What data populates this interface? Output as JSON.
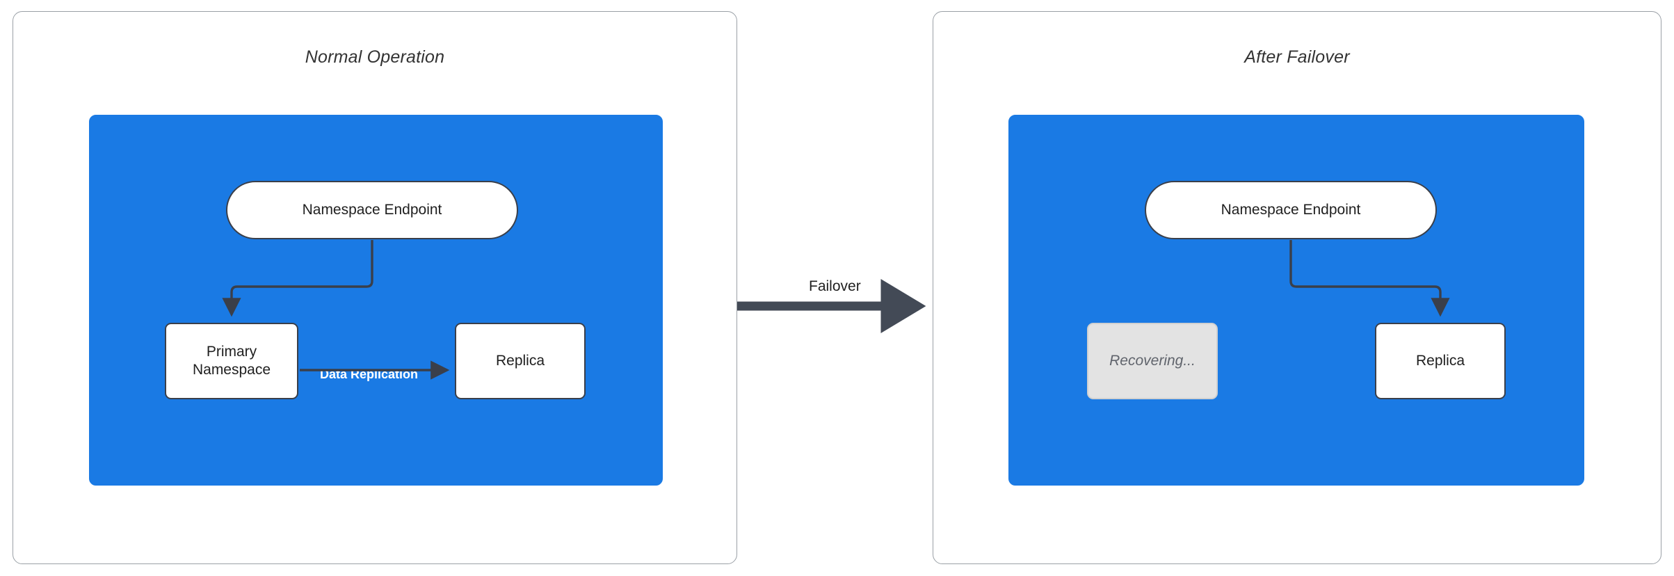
{
  "diagram": {
    "type": "flowchart",
    "title_left": "Normal Operation",
    "title_right": "After Failover",
    "colors": {
      "container_blue": "#1a7ae4",
      "node_stroke": "#3a3f4a",
      "node_fill": "#ffffff",
      "dimmed_fill": "#e3e3e3",
      "dimmed_text": "#60646c",
      "panel_border": "#9aa0a6",
      "edge_stroke": "#3a3f4a",
      "edge_label_white": "#ffffff"
    }
  },
  "panels": [
    {
      "id": "normal-operation",
      "title": "Normal Operation",
      "nodes": [
        {
          "id": "endpoint",
          "label": "Namespace Endpoint",
          "shape": "stadium",
          "state": "active"
        },
        {
          "id": "primary",
          "label": "Primary\nNamespace",
          "shape": "rect",
          "state": "active",
          "line1": "Primary",
          "line2": "Namespace"
        },
        {
          "id": "replica",
          "label": "Replica",
          "shape": "rect",
          "state": "active"
        }
      ],
      "edges": [
        {
          "from": "endpoint",
          "to": "primary",
          "label": "",
          "style": "elbow-arrow"
        },
        {
          "from": "primary",
          "to": "replica",
          "label": "Data Replication",
          "style": "straight-arrow"
        }
      ]
    },
    {
      "id": "after-failover",
      "title": "After Failover",
      "nodes": [
        {
          "id": "endpoint2",
          "label": "Namespace Endpoint",
          "shape": "stadium",
          "state": "active"
        },
        {
          "id": "recovering",
          "label": "Recovering...",
          "shape": "rect",
          "state": "dimmed"
        },
        {
          "id": "replica2",
          "label": "Replica",
          "shape": "rect",
          "state": "active"
        }
      ],
      "edges": [
        {
          "from": "endpoint2",
          "to": "replica2",
          "label": "",
          "style": "elbow-arrow"
        }
      ]
    }
  ],
  "transition": {
    "label": "Failover",
    "direction": "left-to-right",
    "style": "thick-arrow"
  }
}
